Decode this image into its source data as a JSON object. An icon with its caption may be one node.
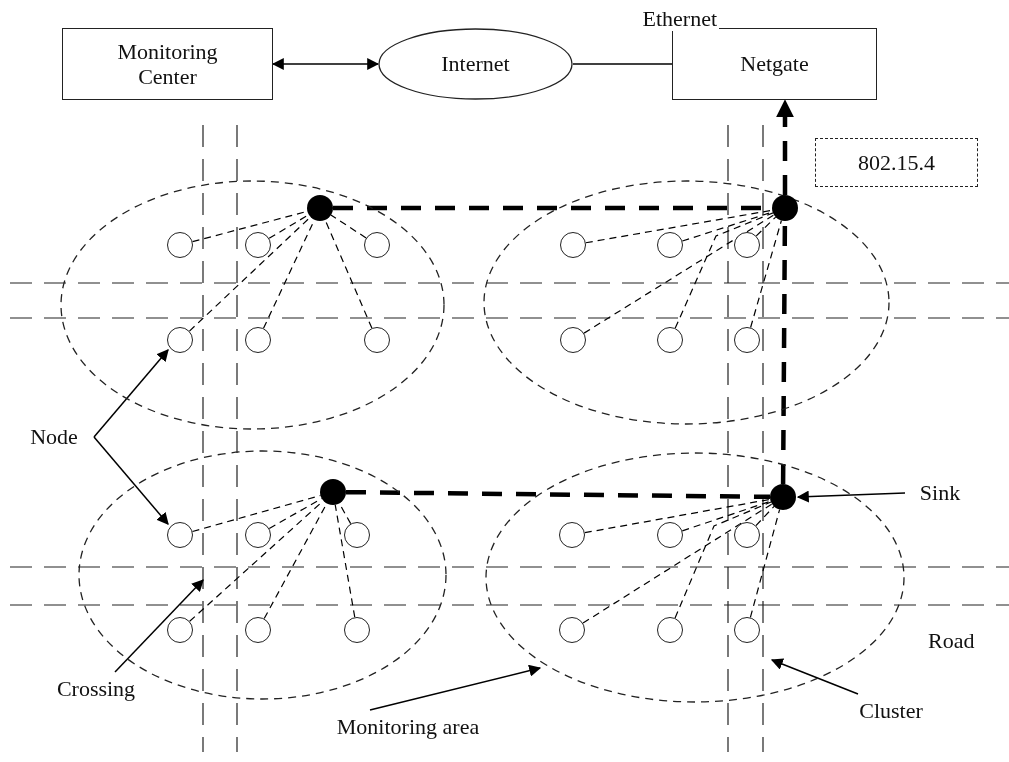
{
  "diagram": {
    "nodes": [
      {
        "text": [
          "Monitoring Center"
        ]
      },
      {
        "text": [
          "Internet"
        ]
      },
      {
        "text": [
          "Netgate"
        ]
      },
      {
        "text": [
          "802.15.4"
        ]
      },
      {
        "text": [],
        "shape": "ellipse"
      },
      {
        "text": [],
        "shape": "dot",
        "in": 4
      },
      {
        "text": [],
        "shape": "circle",
        "in": 4
      },
      {
        "text": [],
        "shape": "circle",
        "in": 4
      },
      {
        "text": [],
        "shape": "circle",
        "in": 4
      },
      {
        "text": [],
        "shape": "circle",
        "in": 4
      },
      {
        "text": [],
        "shape": "circle",
        "in": 4
      },
      {
        "text": [],
        "shape": "circle",
        "in": 4
      },
      {
        "text": [],
        "shape": "ellipse"
      },
      {
        "text": [],
        "shape": "dot",
        "in": 12
      },
      {
        "text": [],
        "shape": "circle",
        "in": 12
      },
      {
        "text": [],
        "shape": "circle",
        "in": 12
      },
      {
        "text": [],
        "shape": "circle",
        "in": 12
      },
      {
        "text": [],
        "shape": "circle",
        "in": 12
      },
      {
        "text": [],
        "shape": "circle",
        "in": 12
      },
      {
        "text": [],
        "shape": "circle",
        "in": 12
      },
      {
        "text": [],
        "shape": "ellipse"
      },
      {
        "text": [],
        "shape": "dot",
        "in": 20
      },
      {
        "text": [],
        "shape": "circle",
        "in": 20
      },
      {
        "text": [],
        "shape": "circle",
        "in": 20
      },
      {
        "text": [],
        "shape": "circle",
        "in": 20
      },
      {
        "text": [],
        "shape": "circle",
        "in": 20
      },
      {
        "text": [],
        "shape": "circle",
        "in": 20
      },
      {
        "text": [],
        "shape": "circle",
        "in": 20
      },
      {
        "text": [],
        "shape": "ellipse"
      },
      {
        "text": [],
        "shape": "dot",
        "in": 28
      },
      {
        "text": [],
        "shape": "circle",
        "in": 28
      },
      {
        "text": [],
        "shape": "circle",
        "in": 28
      },
      {
        "text": [],
        "shape": "circle",
        "in": 28
      },
      {
        "text": [],
        "shape": "circle",
        "in": 28
      },
      {
        "text": [],
        "shape": "circle",
        "in": 28
      },
      {
        "text": [],
        "shape": "circle",
        "in": 28
      },
      {
        "text": [
          "Node"
        ]
      },
      {
        "text": [
          "Sink"
        ]
      },
      {
        "text": [
          "Crossing"
        ]
      },
      {
        "text": [
          "Monitoring area"
        ]
      },
      {
        "text": [
          "Cluster"
        ]
      }
    ],
    "edges": [
      {
        "from": 0,
        "to": 1,
        "arrow": "both"
      },
      {
        "from": 1,
        "to": 2,
        "arrow": "none",
        "label": "Ethernet"
      },
      {
        "from": 13,
        "to": 2,
        "arrow": "to",
        "style": "dashed"
      },
      {
        "from": 5,
        "to": 13,
        "arrow": "none",
        "style": "dashed"
      },
      {
        "from": 21,
        "to": 29,
        "arrow": "none",
        "style": "dashed"
      },
      {
        "from": 29,
        "to": 13,
        "arrow": "none",
        "style": "dashed"
      },
      {
        "from": 6,
        "to": 5,
        "arrow": "none",
        "style": "dashed"
      },
      {
        "from": 7,
        "to": 5,
        "arrow": "none",
        "style": "dashed"
      },
      {
        "from": 8,
        "to": 5,
        "arrow": "none",
        "style": "dashed"
      },
      {
        "from": 9,
        "to": 5,
        "arrow": "none",
        "style": "dashed"
      },
      {
        "from": 10,
        "to": 5,
        "arrow": "none",
        "style": "dashed"
      },
      {
        "from": 11,
        "to": 5,
        "arrow": "none",
        "style": "dashed"
      },
      {
        "from": 14,
        "to": 13,
        "arrow": "none",
        "style": "dashed"
      },
      {
        "from": 15,
        "to": 13,
        "arrow": "none",
        "style": "dashed"
      },
      {
        "from": 16,
        "to": 13,
        "arrow": "none",
        "style": "dashed"
      },
      {
        "from": 17,
        "to": 13,
        "arrow": "none",
        "style": "dashed"
      },
      {
        "from": 18,
        "to": 13,
        "arrow": "none",
        "style": "dashed"
      },
      {
        "from": 19,
        "to": 13,
        "arrow": "none",
        "style": "dashed"
      },
      {
        "from": 22,
        "to": 21,
        "arrow": "none",
        "style": "dashed"
      },
      {
        "from": 23,
        "to": 21,
        "arrow": "none",
        "style": "dashed"
      },
      {
        "from": 24,
        "to": 21,
        "arrow": "none",
        "style": "dashed"
      },
      {
        "from": 25,
        "to": 21,
        "arrow": "none",
        "style": "dashed"
      },
      {
        "from": 26,
        "to": 21,
        "arrow": "none",
        "style": "dashed"
      },
      {
        "from": 27,
        "to": 21,
        "arrow": "none",
        "style": "dashed"
      },
      {
        "from": 30,
        "to": 29,
        "arrow": "none",
        "style": "dashed"
      },
      {
        "from": 31,
        "to": 29,
        "arrow": "none",
        "style": "dashed"
      },
      {
        "from": 32,
        "to": 29,
        "arrow": "none",
        "style": "dashed"
      },
      {
        "from": 33,
        "to": 29,
        "arrow": "none",
        "style": "dashed"
      },
      {
        "from": 34,
        "to": 29,
        "arrow": "none",
        "style": "dashed"
      },
      {
        "from": 35,
        "to": 29,
        "arrow": "none",
        "style": "dashed"
      },
      {
        "from": 36,
        "to": 9,
        "arrow": "to"
      },
      {
        "from": 36,
        "to": 22,
        "arrow": "to"
      },
      {
        "from": 37,
        "to": 29,
        "arrow": "to"
      },
      {
        "from": 38,
        "to": null,
        "arrow": "to"
      },
      {
        "from": 39,
        "to": 28,
        "arrow": "to"
      },
      {
        "from": 40,
        "to": 28,
        "arrow": "to"
      }
    ],
    "labels": [
      "Road"
    ]
  }
}
